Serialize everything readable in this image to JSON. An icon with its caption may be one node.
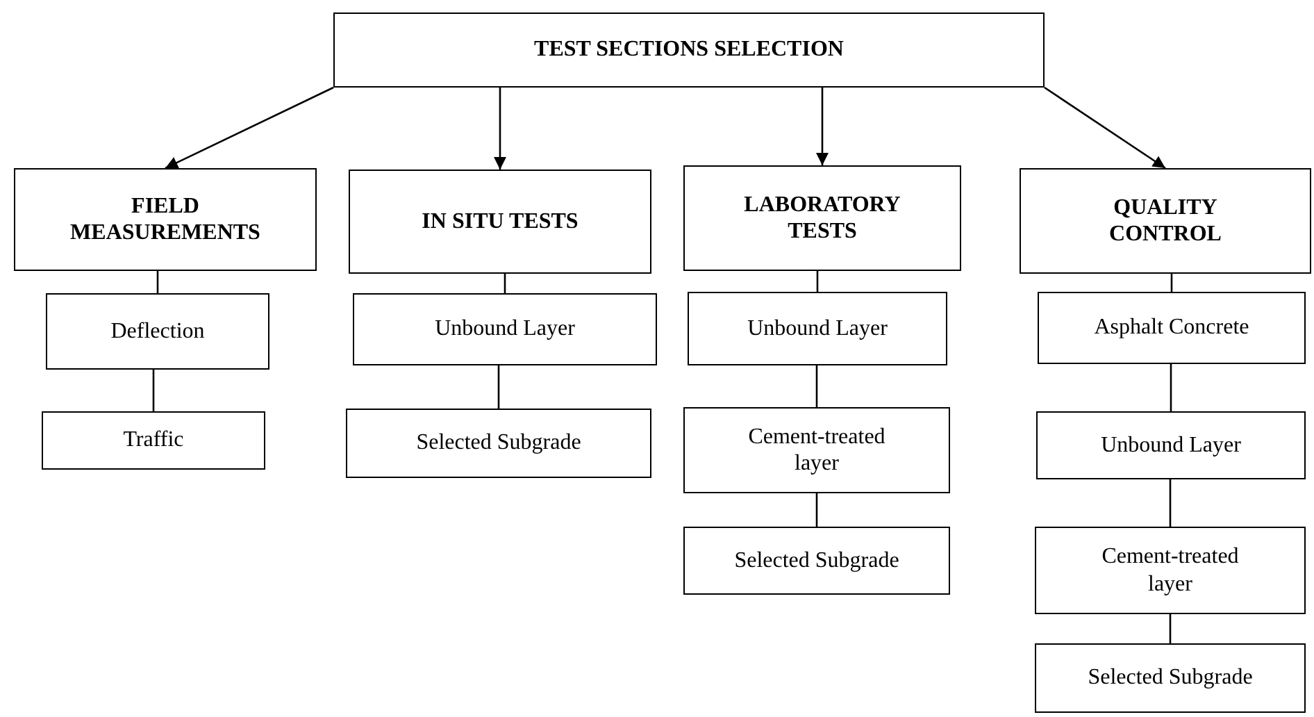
{
  "diagram": {
    "nodes": [
      {
        "text": [
          "TEST SECTIONS SELECTION"
        ]
      },
      {
        "text": [
          "FIELD MEASUREMENTS"
        ]
      },
      {
        "text": [
          "IN SITU TESTS"
        ]
      },
      {
        "text": [
          "LABORATORY TESTS"
        ]
      },
      {
        "text": [
          "QUALITY CONTROL"
        ]
      },
      {
        "text": [
          "Deflection"
        ]
      },
      {
        "text": [
          "Traffic"
        ]
      },
      {
        "text": [
          "Unbound Layer"
        ]
      },
      {
        "text": [
          "Selected Subgrade"
        ]
      },
      {
        "text": [
          "Unbound Layer"
        ]
      },
      {
        "text": [
          "Cement-treated layer"
        ]
      },
      {
        "text": [
          "Selected Subgrade"
        ]
      },
      {
        "text": [
          "Asphalt Concrete"
        ]
      },
      {
        "text": [
          "Unbound Layer"
        ]
      },
      {
        "text": [
          "Cement-treated layer"
        ]
      },
      {
        "text": [
          "Selected Subgrade"
        ]
      }
    ],
    "edges": [
      {
        "from": 0,
        "to": 1,
        "arrow": "to"
      },
      {
        "from": 0,
        "to": 2,
        "arrow": "to"
      },
      {
        "from": 0,
        "to": 3,
        "arrow": "to"
      },
      {
        "from": 0,
        "to": 4,
        "arrow": "to"
      },
      {
        "from": 1,
        "to": 5,
        "arrow": "none"
      },
      {
        "from": 5,
        "to": 6,
        "arrow": "none"
      },
      {
        "from": 2,
        "to": 7,
        "arrow": "none"
      },
      {
        "from": 7,
        "to": 8,
        "arrow": "none"
      },
      {
        "from": 3,
        "to": 9,
        "arrow": "none"
      },
      {
        "from": 9,
        "to": 10,
        "arrow": "none"
      },
      {
        "from": 10,
        "to": 11,
        "arrow": "none"
      },
      {
        "from": 4,
        "to": 12,
        "arrow": "none"
      },
      {
        "from": 12,
        "to": 13,
        "arrow": "none"
      },
      {
        "from": 13,
        "to": 14,
        "arrow": "none"
      },
      {
        "from": 14,
        "to": 15,
        "arrow": "none"
      }
    ]
  }
}
